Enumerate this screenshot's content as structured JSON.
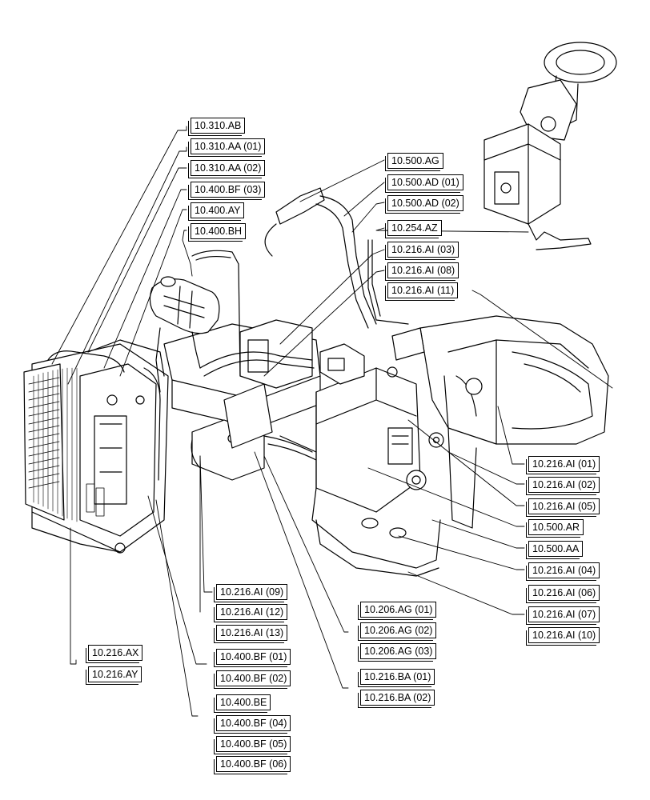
{
  "colors": {
    "line": "#000000",
    "background": "#ffffff"
  },
  "callouts": [
    {
      "id": "c01",
      "label": "10.310.AB"
    },
    {
      "id": "c02",
      "label": "10.310.AA (01)"
    },
    {
      "id": "c03",
      "label": "10.310.AA (02)"
    },
    {
      "id": "c04",
      "label": "10.400.BF (03)"
    },
    {
      "id": "c05",
      "label": "10.400.AY"
    },
    {
      "id": "c06",
      "label": "10.400.BH"
    },
    {
      "id": "c07",
      "label": "10.500.AG"
    },
    {
      "id": "c08",
      "label": "10.500.AD (01)"
    },
    {
      "id": "c09",
      "label": "10.500.AD (02)"
    },
    {
      "id": "c10",
      "label": "10.254.AZ"
    },
    {
      "id": "c11",
      "label": "10.216.AI (03)"
    },
    {
      "id": "c12",
      "label": "10.216.AI (08)"
    },
    {
      "id": "c13",
      "label": "10.216.AI (11)"
    },
    {
      "id": "c14",
      "label": "10.216.AI (01)"
    },
    {
      "id": "c15",
      "label": "10.216.AI (02)"
    },
    {
      "id": "c16",
      "label": "10.216.AI (05)"
    },
    {
      "id": "c17",
      "label": "10.500.AR"
    },
    {
      "id": "c18",
      "label": "10.500.AA"
    },
    {
      "id": "c19",
      "label": "10.216.AI (04)"
    },
    {
      "id": "c20",
      "label": "10.216.AI (06)"
    },
    {
      "id": "c21",
      "label": "10.216.AI (07)"
    },
    {
      "id": "c22",
      "label": "10.216.AI (10)"
    },
    {
      "id": "c23",
      "label": "10.216.AI (09)"
    },
    {
      "id": "c24",
      "label": "10.216.AI (12)"
    },
    {
      "id": "c25",
      "label": "10.216.AI (13)"
    },
    {
      "id": "c26",
      "label": "10.206.AG (01)"
    },
    {
      "id": "c27",
      "label": "10.206.AG (02)"
    },
    {
      "id": "c28",
      "label": "10.206.AG (03)"
    },
    {
      "id": "c29",
      "label": "10.216.AX"
    },
    {
      "id": "c30",
      "label": "10.216.AY"
    },
    {
      "id": "c31",
      "label": "10.400.BF (01)"
    },
    {
      "id": "c32",
      "label": "10.400.BF (02)"
    },
    {
      "id": "c33",
      "label": "10.216.BA (01)"
    },
    {
      "id": "c34",
      "label": "10.216.BA (02)"
    },
    {
      "id": "c35",
      "label": "10.400.BE"
    },
    {
      "id": "c36",
      "label": "10.400.BF (04)"
    },
    {
      "id": "c37",
      "label": "10.400.BF (05)"
    },
    {
      "id": "c38",
      "label": "10.400.BF (06)"
    }
  ]
}
